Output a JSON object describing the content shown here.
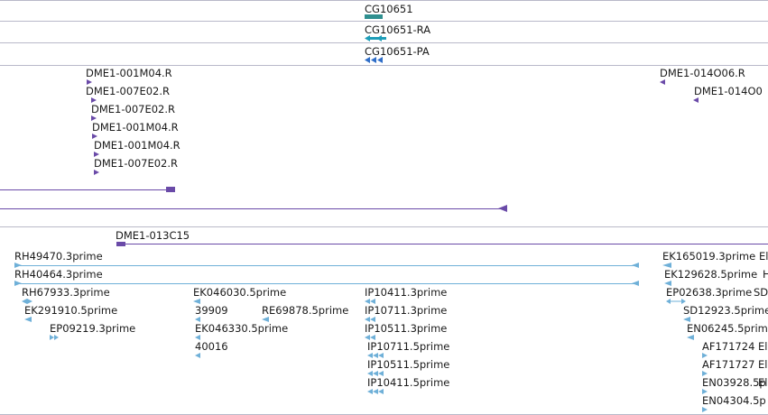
{
  "gene_track": {
    "gene": "CG10651",
    "transcript_ra": "CG10651-RA",
    "transcript_pa": "CG10651-PA"
  },
  "clone_track": {
    "labels": [
      "DME1-001M04.R",
      "DME1-007E02.R",
      "DME1-007E02.R",
      "DME1-001M04.R",
      "DME1-001M04.R",
      "DME1-007E02.R"
    ],
    "right_labels": [
      "DME1-014O06.R",
      "DME1-014O0"
    ],
    "long_clone": "DME1-013C15"
  },
  "est_track": {
    "left": [
      "RH49470.3prime",
      "RH40464.3prime",
      "RH67933.3prime",
      "EK291910.5prime",
      "EP09219.3prime"
    ],
    "mid": [
      "EK046030.5prime",
      "39909",
      "RE69878.5prime",
      "EK046330.5prime",
      "40016"
    ],
    "center": [
      "IP10411.3prime",
      "IP10711.3prime",
      "IP10511.3prime",
      "IP10711.5prime",
      "IP10511.5prime",
      "IP10411.5prime"
    ],
    "right": [
      "EK165019.3prime",
      "EK129628.5prime",
      "EP02638.3prime",
      "SD12923.5prime",
      "EN06245.5prime",
      "AF171724",
      "AF171727",
      "EN03928.5p",
      "EN04304.5p"
    ],
    "edge": [
      "El",
      "H",
      "SD",
      "El",
      "El",
      "El"
    ]
  },
  "colors": {
    "gene": "#2f8f8f",
    "transcript": "#2f86c8",
    "clone": "#6a4aa8",
    "est": "#6fb0d8",
    "divider": "#b9b9c9"
  }
}
